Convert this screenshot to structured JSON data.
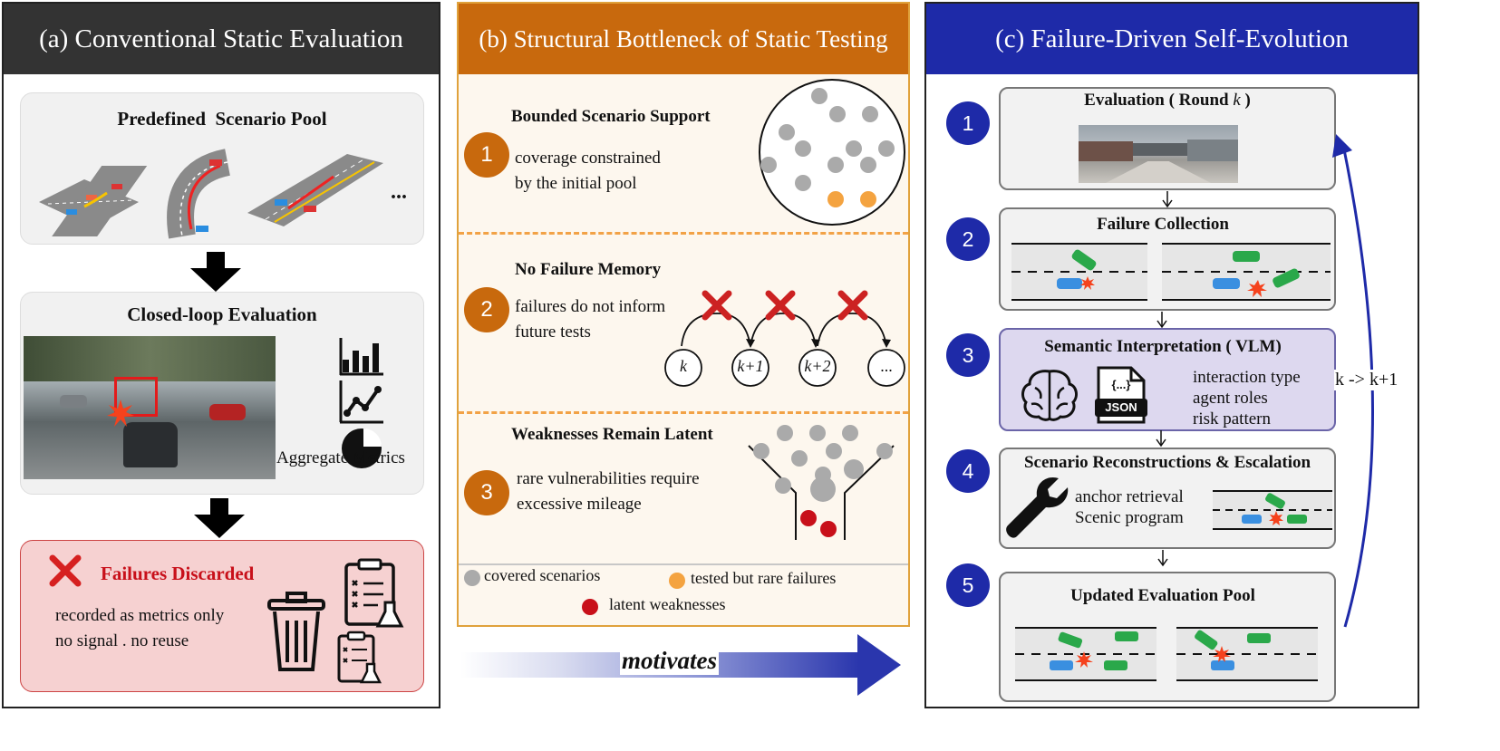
{
  "panel_a": {
    "header": "(a) Conventional Static Evaluation",
    "scenario_pool_title": "Predefined  Scenario Pool",
    "ellipsis": "...",
    "closed_loop_title": "Closed-loop Evaluation",
    "metrics_label": "Aggregate Metrics",
    "failures_title": "Failures Discarded",
    "failures_line1": "recorded as metrics only",
    "failures_line2": "no signal . no reuse"
  },
  "panel_b": {
    "header": "(b) Structural Bottleneck of Static Testing",
    "items": [
      {
        "num": "1",
        "title": "Bounded Scenario Support",
        "line1": "coverage constrained",
        "line2": "by the initial pool"
      },
      {
        "num": "2",
        "title": "No Failure Memory",
        "line1": "failures do not inform",
        "line2": "future tests"
      },
      {
        "num": "3",
        "title": "Weaknesses Remain Latent",
        "line1": "rare vulnerabilities require",
        "line2": "excessive mileage"
      }
    ],
    "rounds": [
      "k",
      "k+1",
      "k+2",
      "..."
    ],
    "legend": {
      "covered": "covered scenarios",
      "rare": "tested but rare failures",
      "latent": "latent weaknesses"
    },
    "colors": {
      "header": "#c8690d",
      "covered": "#aaaaaa",
      "rare": "#f4a340",
      "latent": "#c8101a",
      "cross": "#cc2222"
    }
  },
  "motivates": "motivates",
  "panel_c": {
    "header": "(c) Failure-Driven Self-Evolution",
    "steps": [
      {
        "num": "1",
        "title_prefix": "Evaluation ( Round ",
        "title_var": "k",
        "title_suffix": " )"
      },
      {
        "num": "2",
        "title": "Failure Collection"
      },
      {
        "num": "3",
        "title": "Semantic Interpretation ( VLM)",
        "json_label": "JSON",
        "json_braces": "{...}",
        "lines": [
          "interaction type",
          "agent roles",
          "risk pattern"
        ]
      },
      {
        "num": "4",
        "title": "Scenario Reconstructions & Escalation",
        "lines": [
          "anchor retrieval",
          "Scenic program"
        ]
      },
      {
        "num": "5",
        "title": "Updated Evaluation Pool"
      }
    ],
    "loop_label": "k -> k+1",
    "colors": {
      "header": "#1e2aa8",
      "vlm_box": "#ddd8ef"
    }
  }
}
